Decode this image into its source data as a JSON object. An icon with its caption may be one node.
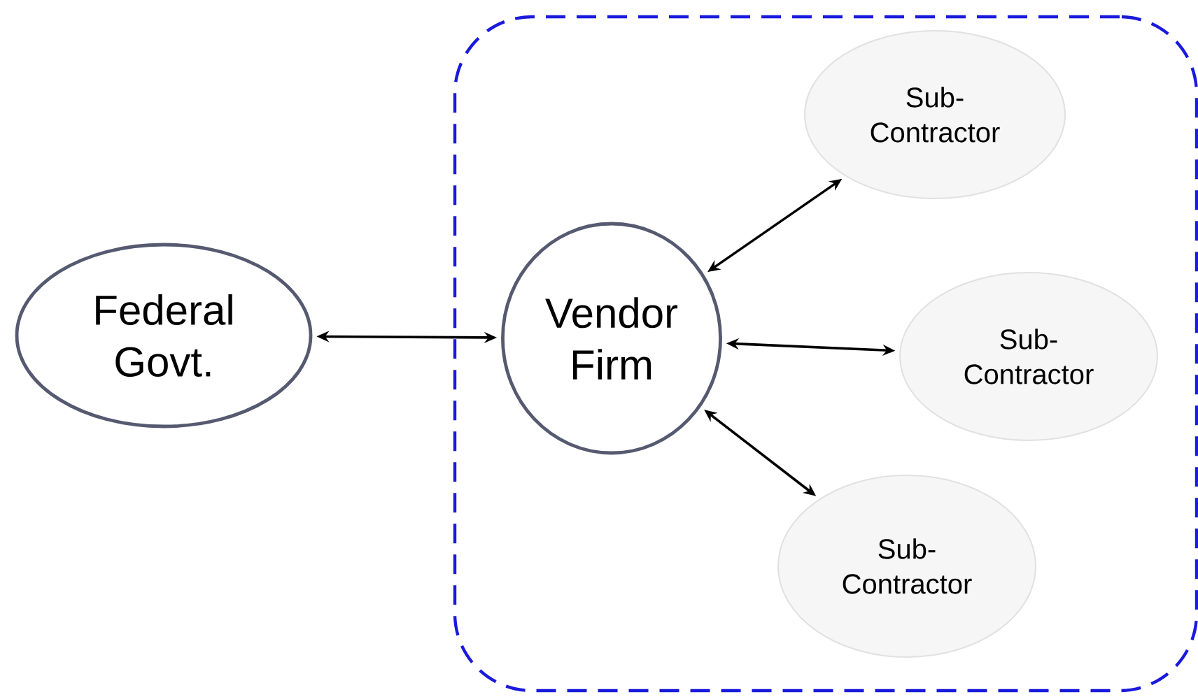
{
  "diagram": {
    "nodes": [
      {
        "text": [],
        "shape": "box"
      },
      {
        "text": [
          "Federal Govt."
        ]
      },
      {
        "text": [
          "Vendor Firm"
        ],
        "in": 0
      },
      {
        "text": [
          "Sub- Contractor"
        ],
        "in": 0
      },
      {
        "text": [
          "Sub- Contractor"
        ],
        "in": 0
      },
      {
        "text": [
          "Sub- Contractor"
        ],
        "in": 0
      }
    ],
    "edges": [
      {
        "from": 1,
        "to": 2,
        "arrow": "both"
      },
      {
        "from": 2,
        "to": 3,
        "arrow": "both"
      },
      {
        "from": 2,
        "to": 4,
        "arrow": "both"
      },
      {
        "from": 2,
        "to": 5,
        "arrow": "both"
      }
    ]
  }
}
